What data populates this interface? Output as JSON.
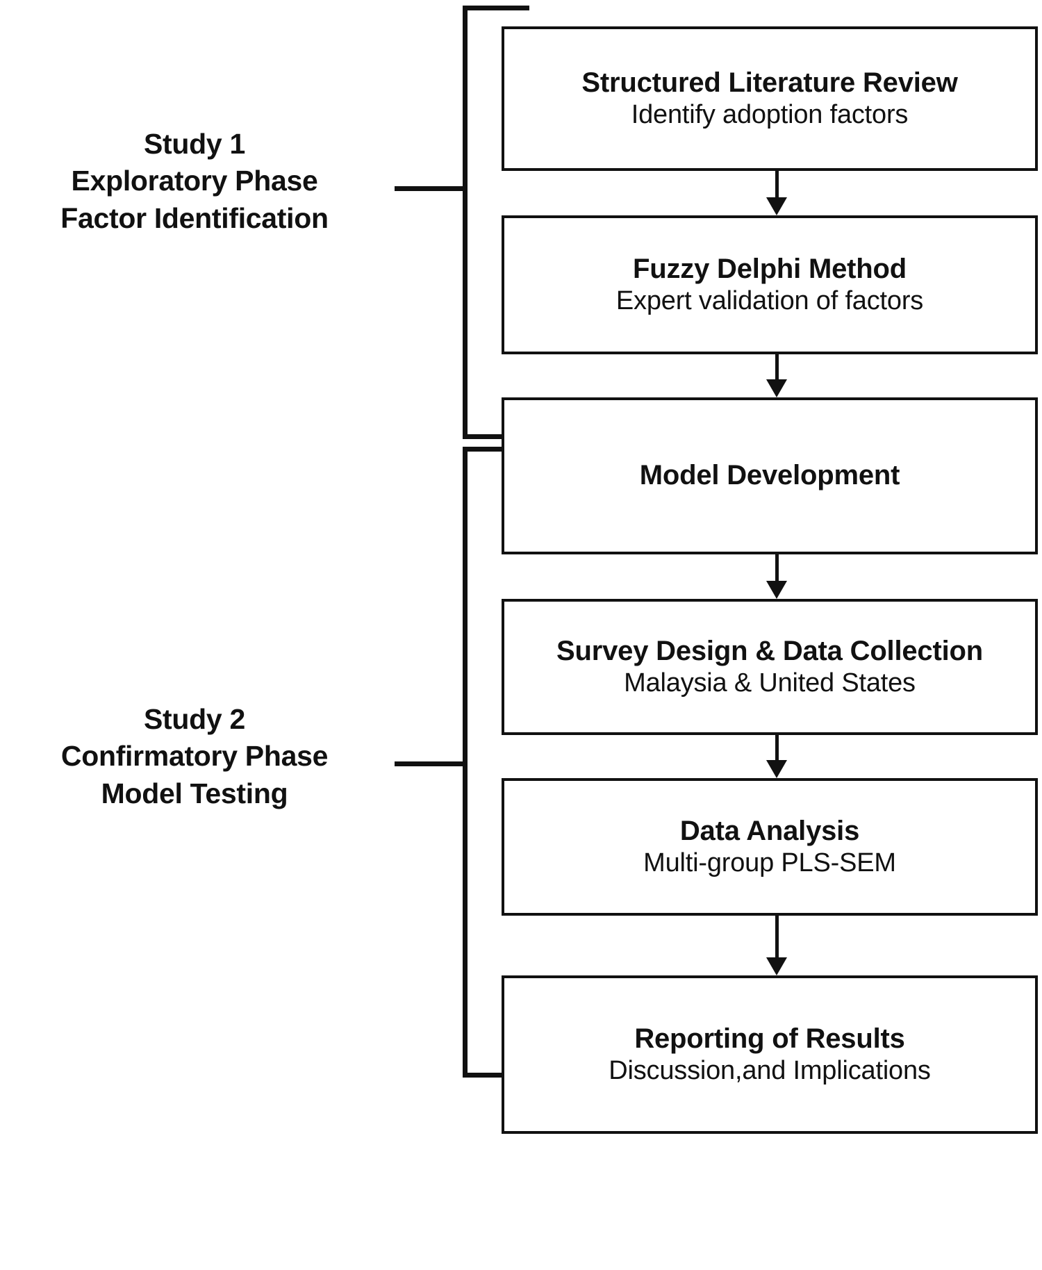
{
  "diagram": {
    "title": "Two-study research design flowchart",
    "accent_color": "#111111",
    "background_color": "#ffffff"
  },
  "phases": [
    {
      "id": "study-1",
      "line1": "Study 1",
      "line2": "Exploratory Phase",
      "line3": "Factor Identification"
    },
    {
      "id": "study-2",
      "line1": "Study 2",
      "line2": "Confirmatory Phase",
      "line3": "Model Testing"
    }
  ],
  "steps": [
    {
      "id": "structured-literature-review",
      "title": "Structured Literature Review",
      "subtitle": "Identify adoption factors"
    },
    {
      "id": "fuzzy-delphi-method",
      "title": "Fuzzy Delphi Method",
      "subtitle": "Expert validation of factors"
    },
    {
      "id": "model-development",
      "title": "Model Development",
      "subtitle": ""
    },
    {
      "id": "survey-design-data-collection",
      "title": "Survey Design & Data Collection",
      "subtitle": "Malaysia & United States"
    },
    {
      "id": "data-analysis",
      "title": "Data Analysis",
      "subtitle": "Multi-group PLS-SEM"
    },
    {
      "id": "reporting-of-results",
      "title": "Reporting of Results",
      "subtitle": "Discussion,and Implications"
    }
  ],
  "connectors": [
    {
      "id": "arrow-slr-to-fdm",
      "from": "structured-literature-review",
      "to": "fuzzy-delphi-method"
    },
    {
      "id": "arrow-fdm-to-md",
      "from": "fuzzy-delphi-method",
      "to": "model-development"
    },
    {
      "id": "arrow-md-to-sddc",
      "from": "model-development",
      "to": "survey-design-data-collection"
    },
    {
      "id": "arrow-sddc-to-da",
      "from": "survey-design-data-collection",
      "to": "data-analysis"
    },
    {
      "id": "arrow-da-to-ror",
      "from": "data-analysis",
      "to": "reporting-of-results"
    }
  ]
}
